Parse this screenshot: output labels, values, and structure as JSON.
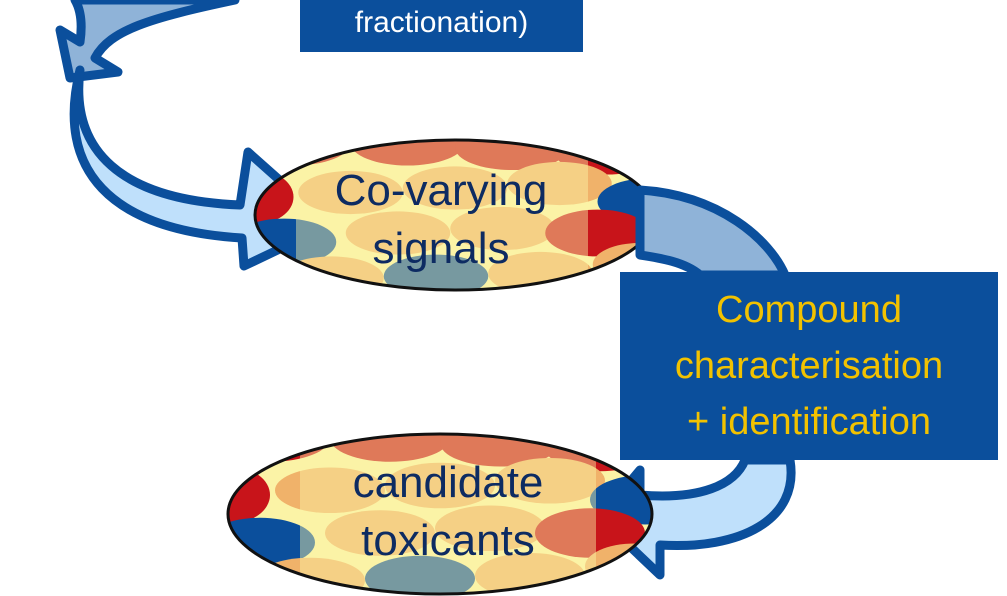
{
  "nodes": {
    "fractionation_box": {
      "text": "fractionation)"
    },
    "covarying_signals": {
      "line1": "Co-varying",
      "line2": "signals"
    },
    "compound_box": {
      "line1": "Compound",
      "line2": "characterisation",
      "line3": "+ identification"
    },
    "candidate_toxicants": {
      "line1": "candidate",
      "line2": "toxicants"
    }
  },
  "colors": {
    "box_fill": "#0b4f9c",
    "box_text_top": "#ffffff",
    "box_text_right": "#f2c200",
    "arrow_fill": "#bfe0fb",
    "arrow_outline": "#0b4f9c",
    "ellipse_fill": "#fbf3a6",
    "ellipse_center_panel": "#bfd9a6",
    "spot_red": "#c8141a",
    "spot_orange": "#f0b26a",
    "spot_blue": "#0b4f9c",
    "node_text": "#0d2b62"
  }
}
